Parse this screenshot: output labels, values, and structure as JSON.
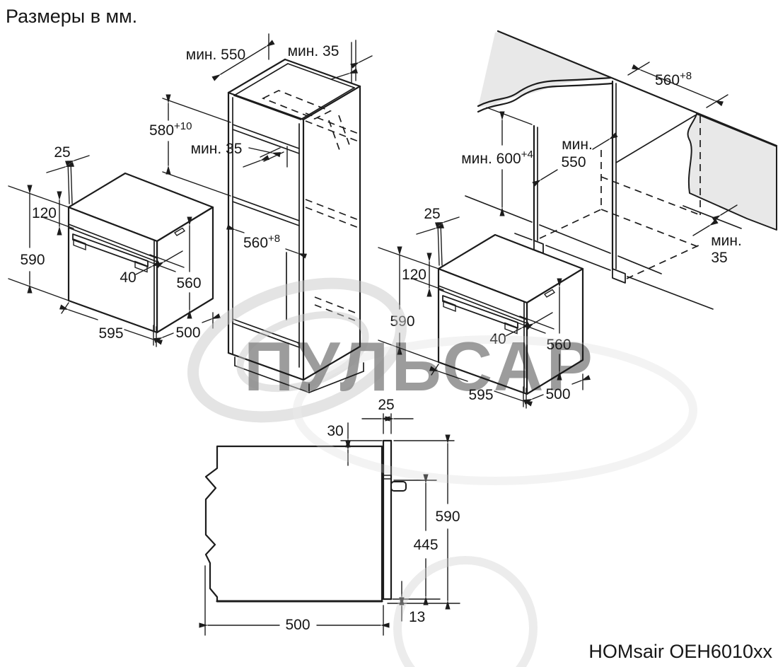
{
  "title": "Размеры в мм.",
  "model": "HOMsair OEH6010xx",
  "watermark": "ПУЛЬСАР",
  "colors": {
    "line": "#1c1c1c",
    "surface": "#e8e8e8",
    "watermark": "#d2d2d2"
  },
  "oven": {
    "door_offset": "25",
    "panel_height": "120",
    "height": "590",
    "handle_depth": "40",
    "body_height": "560",
    "width": "595",
    "depth": "500"
  },
  "cabinet": {
    "depth_min": "мин. 550",
    "wall_gap_min": "мин. 35",
    "niche_height": "580",
    "niche_height_tol": "+10",
    "vent_gap_min": "мин. 35",
    "niche_width": "560",
    "niche_width_tol": "+8"
  },
  "counter": {
    "cutout_width": "560",
    "cutout_width_tol": "+8",
    "height_min": "мин. 600",
    "height_min_tol": "+4",
    "depth_min_label": "мин.",
    "depth_min_value": "550",
    "back_gap_label": "мин.",
    "back_gap_value": "35"
  },
  "side_view": {
    "door_thickness": "25",
    "top_gap": "30",
    "height": "590",
    "handle_to_bottom": "445",
    "bottom_overlap": "13",
    "depth": "500"
  }
}
